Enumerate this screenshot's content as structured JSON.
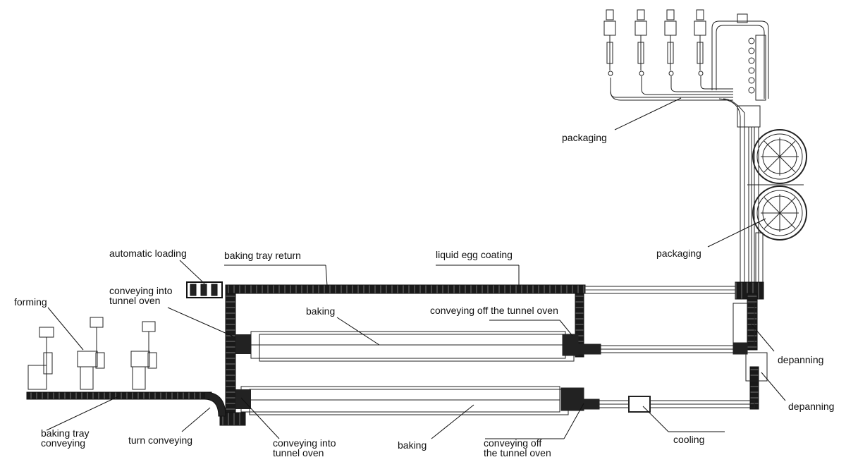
{
  "labels": {
    "packaging_top": "packaging",
    "packaging_right": "packaging",
    "automatic_loading": "automatic loading",
    "baking_tray_return": "baking tray return",
    "liquid_egg_coating": "liquid egg coating",
    "forming": "forming",
    "conveying_into_1": "conveying into",
    "conveying_into_2": "tunnel oven",
    "baking_top": "baking",
    "conveying_off_top": "conveying off the tunnel oven",
    "depanning_1": "depanning",
    "depanning_2": "depanning",
    "baking_tray_conveying_1": "baking tray",
    "baking_tray_conveying_2": "conveying",
    "turn_conveying": "turn conveying",
    "conveying_into_bottom_1": "conveying into",
    "conveying_into_bottom_2": "tunnel oven",
    "baking_bottom": "baking",
    "conveying_off_bottom_1": "conveying off",
    "conveying_off_bottom_2": "the tunnel oven",
    "cooling": "cooling"
  }
}
